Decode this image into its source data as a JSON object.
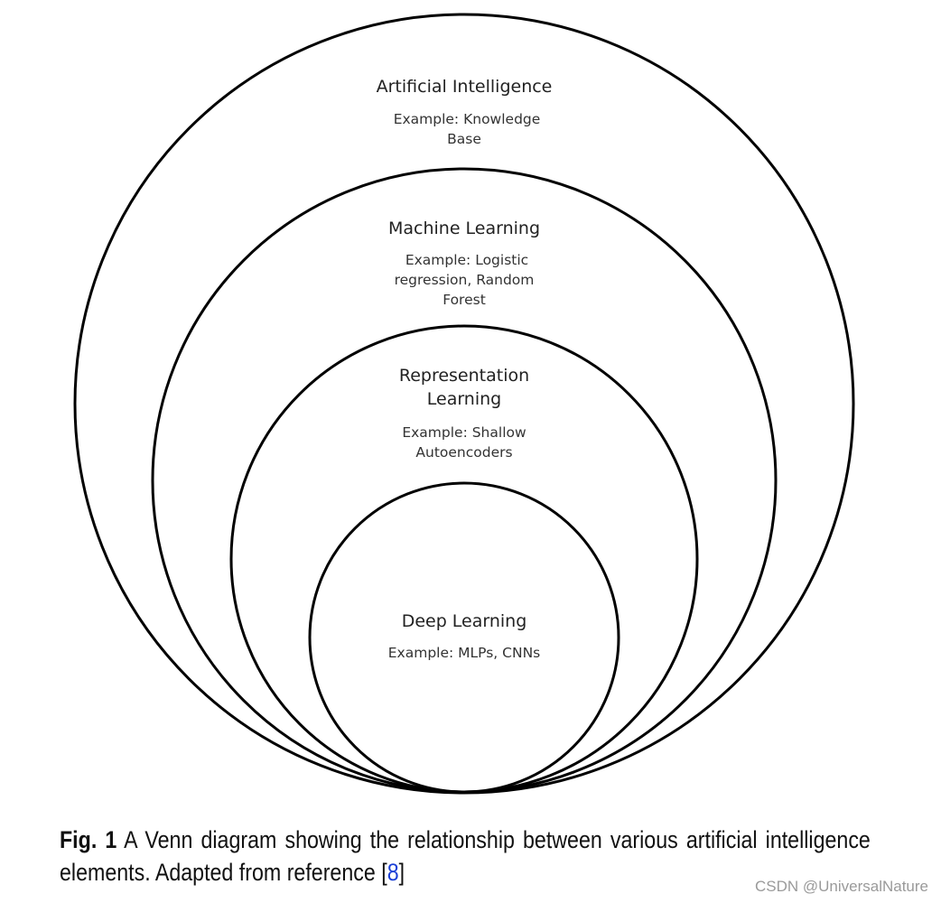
{
  "sets": [
    {
      "title_lines": [
        "Artificial Intelligence"
      ],
      "example_lines": [
        "Example: Knowledge",
        "Base"
      ]
    },
    {
      "title_lines": [
        "Machine Learning"
      ],
      "example_lines": [
        "Example: Logistic",
        "regression, Random",
        "Forest"
      ]
    },
    {
      "title_lines": [
        "Representation",
        "Learning"
      ],
      "example_lines": [
        "Example: Shallow",
        "Autoencoders"
      ]
    },
    {
      "title_lines": [
        "Deep Learning"
      ],
      "example_lines": [
        "Example: MLPs, CNNs"
      ]
    }
  ],
  "caption": {
    "label": "Fig. 1",
    "text_before_ref": "A Venn diagram showing the relationship between various artificial intelligence elements. Adapted from reference [",
    "ref": "8",
    "text_after_ref": "]"
  },
  "watermark": "CSDN @UniversalNature"
}
